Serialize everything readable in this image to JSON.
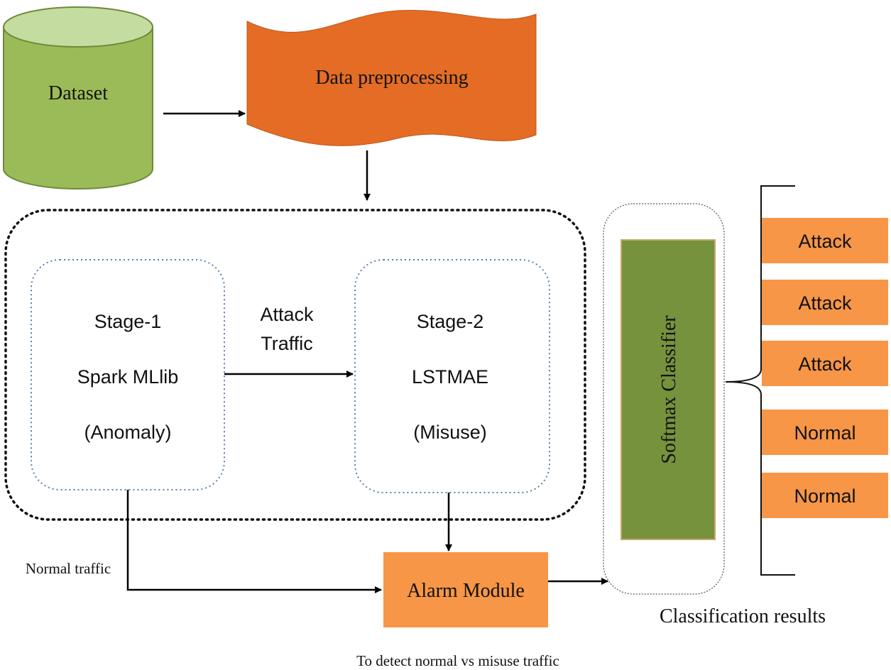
{
  "nodes": {
    "dataset": "Dataset",
    "preprocessing": "Data preprocessing",
    "stage1": {
      "line1": "Stage-1",
      "line2": "Spark MLlib",
      "line3": "(Anomaly)"
    },
    "stage2": {
      "line1": "Stage-2",
      "line2": "LSTMAE",
      "line3": "(Misuse)"
    },
    "alarm": "Alarm Module",
    "softmax": "Softmax Classifier"
  },
  "edge_labels": {
    "attack_line1": "Attack",
    "attack_line2": "Traffic",
    "normal_traffic": "Normal traffic"
  },
  "results": {
    "items": [
      "Attack",
      "Attack",
      "Attack",
      "Normal",
      "Normal"
    ],
    "caption": "Classification results"
  },
  "footer_caption": "To detect normal vs misuse traffic",
  "colors": {
    "dataset_fill": "#9bbb59",
    "dataset_top": "#c4dca0",
    "preprocessing_fill": "#e46c24",
    "orange_box": "#f79646",
    "softmax_fill": "#76923c",
    "stage_border": "#5b7eaa"
  }
}
